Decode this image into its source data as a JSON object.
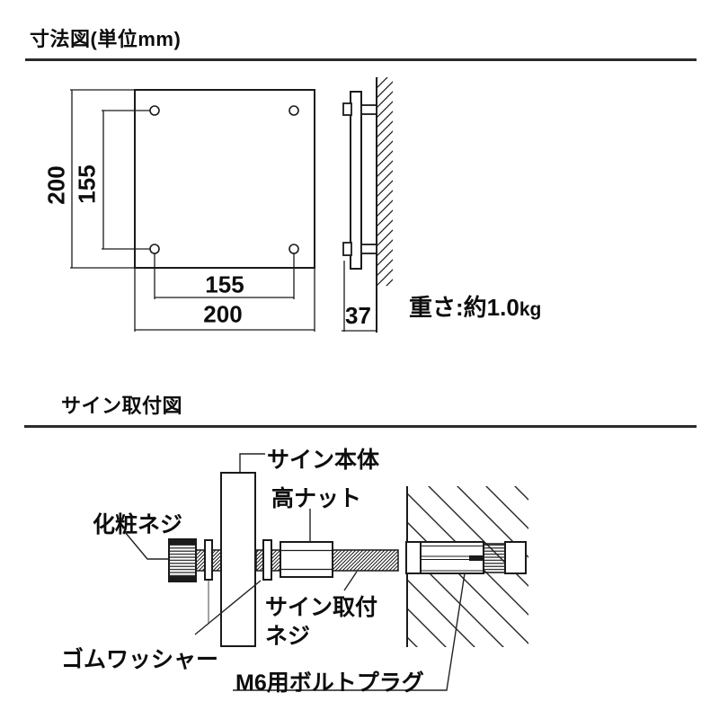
{
  "colors": {
    "line": "#1a1a1a",
    "text": "#0d0d0d",
    "rule": "#2b2b2b"
  },
  "dimension_section": {
    "title": "寸法図(単位mm)",
    "front_view": {
      "overall_width": "200",
      "overall_height": "200",
      "hole_pitch_horizontal": "155",
      "hole_pitch_vertical": "155"
    },
    "side_view": {
      "thickness": "37"
    },
    "weight": {
      "text": "重さ:約1.0",
      "unit": "kg"
    }
  },
  "installation_section": {
    "title": "サイン取付図",
    "labels": {
      "sign_body": "サイン本体",
      "high_nut": "高ナット",
      "decorative_screw": "化粧ネジ",
      "rubber_washer": "ゴムワッシャー",
      "mounting_screw": "サイン取付\nネジ",
      "bolt_plug": "M6用ボルトプラグ"
    }
  }
}
